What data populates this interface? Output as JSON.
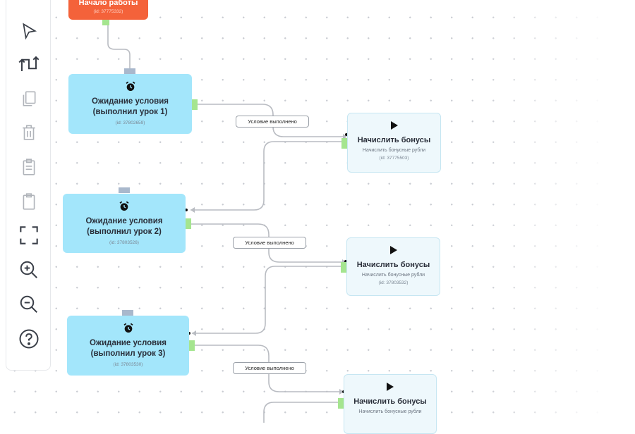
{
  "toolbar": {
    "items": [
      {
        "name": "select-pointer-icon"
      },
      {
        "name": "swap-arrows-icon"
      },
      {
        "name": "copy-icon"
      },
      {
        "name": "trash-icon"
      },
      {
        "name": "clipboard-list-icon"
      },
      {
        "name": "clipboard-icon"
      },
      {
        "name": "fit-screen-icon"
      },
      {
        "name": "zoom-in-icon"
      },
      {
        "name": "zoom-out-icon"
      },
      {
        "name": "help-icon"
      }
    ]
  },
  "nodes": {
    "start": {
      "title": "Начало работы",
      "id": "(id: 37775332)",
      "color": "#f4623a"
    },
    "wait1": {
      "title": "Ожидание условия",
      "subtitle": "(выполнил урок 1)",
      "id": "(id: 37802659)",
      "icon": "alarm-clock-icon"
    },
    "wait2": {
      "title": "Ожидание условия",
      "subtitle": "(выполнил урок 2)",
      "id": "(id: 37803526)",
      "icon": "alarm-clock-icon"
    },
    "wait3": {
      "title": "Ожидание условия",
      "subtitle": "(выполнил урок 3)",
      "id": "(id: 37803530)",
      "icon": "alarm-clock-icon"
    },
    "bonus1": {
      "title": "Начислить бонусы",
      "desc": "Начислить бонусные рубли",
      "id": "(id: 37775503)",
      "icon": "play-icon"
    },
    "bonus2": {
      "title": "Начислить бонусы",
      "desc": "Начислить бонусные рубли",
      "id": "(id: 37803532)",
      "icon": "play-icon"
    },
    "bonus3": {
      "title": "Начислить бонусы",
      "desc": "Начислить бонусные рубли",
      "icon": "play-icon"
    }
  },
  "edges": {
    "label1": "Условие выполнено",
    "label2": "Условие выполнено",
    "label3": "Условие выполнено"
  },
  "colors": {
    "wait": "#a3e6fb",
    "bonus": "#eef8fc",
    "start": "#f4623a",
    "port_out": "#a5e58f"
  }
}
